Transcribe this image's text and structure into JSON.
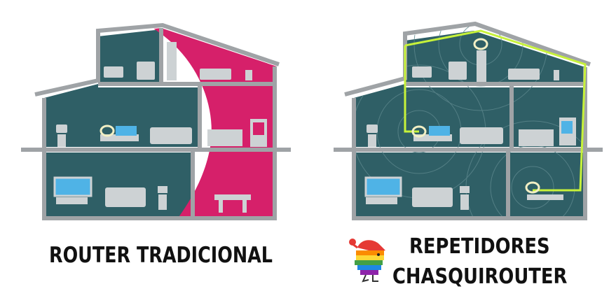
{
  "captions": {
    "left": "ROUTER TRADICIONAL",
    "right_line1": "REPETIDORES",
    "right_line2": "CHASQUIROUTER"
  },
  "colors": {
    "wall": "#9fa3a6",
    "room": "#2f5f66",
    "room_dark": "#24505a",
    "coverage": "#d6206a",
    "mesh_outline": "#c7f23a",
    "furniture": "#cdd2d4",
    "tv_screen": "#4fb3e6"
  },
  "icons": {
    "logo": "rainbow-chasqui-logo-icon",
    "router": "wifi-router-icon",
    "repeater": "wifi-repeater-icon"
  }
}
